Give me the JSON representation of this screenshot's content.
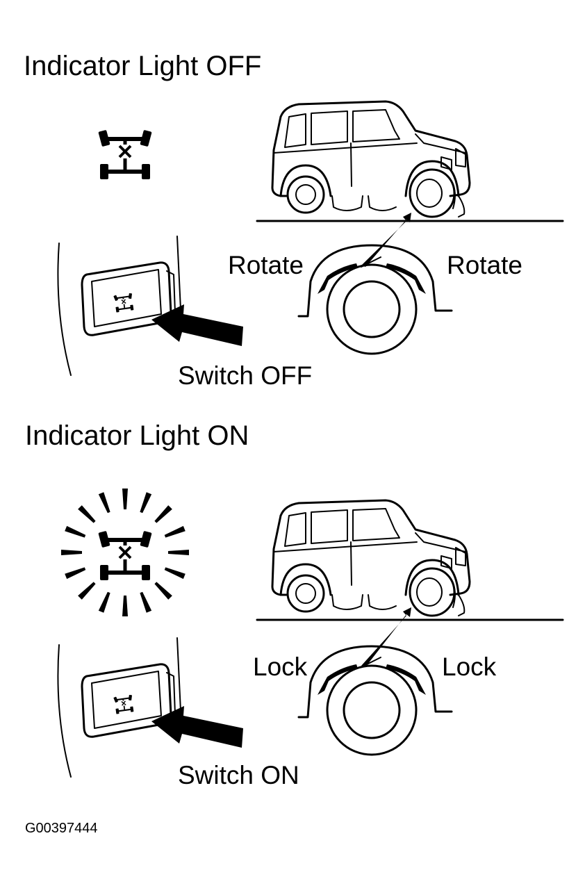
{
  "panels": [
    {
      "title": "Indicator Light OFF",
      "left_label": "Rotate",
      "right_label": "Rotate",
      "switch_label": "Switch OFF",
      "indicator_lit": false
    },
    {
      "title": "Indicator Light ON",
      "left_label": "Lock",
      "right_label": "Lock",
      "switch_label": "Switch ON",
      "indicator_lit": true
    }
  ],
  "figure_code": "G00397444",
  "icons": [
    "4wd-indicator-icon",
    "4wd-switch-button",
    "vehicle-illustration",
    "wheel-detail",
    "arrow-icon",
    "road-line"
  ],
  "colors": {
    "ink": "#000000",
    "paper": "#ffffff"
  }
}
